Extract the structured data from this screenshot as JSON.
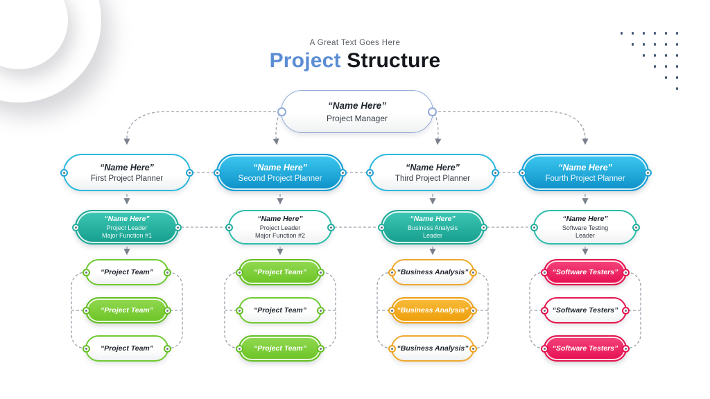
{
  "header": {
    "subtitle": "A Great Text Goes Here",
    "title_accent": "Project",
    "title_rest": " Structure"
  },
  "org": {
    "root": {
      "name": "“Name Here”",
      "role": "Project Manager"
    },
    "planners": [
      {
        "name": "“Name Here”",
        "role": "First Project Planner"
      },
      {
        "name": "“Name Here”",
        "role": "Second Project Planner"
      },
      {
        "name": "“Name Here”",
        "role": "Third Project Planner"
      },
      {
        "name": "“Name Here”",
        "role": "Fourth Project Planner"
      }
    ],
    "leaders": [
      {
        "name": "“Name Here”",
        "role_line1": "Project Leader",
        "role_line2": "Major Function #1"
      },
      {
        "name": "“Name Here”",
        "role_line1": "Project Leader",
        "role_line2": "Major Function #2"
      },
      {
        "name": "“Name Here”",
        "role_line1": "Business Analysis",
        "role_line2": "Leader"
      },
      {
        "name": "“Name Here”",
        "role_line1": "Software Testing",
        "role_line2": "Leader"
      }
    ],
    "teams": [
      {
        "items": [
          "“Project Team”",
          "“Project Team”",
          "“Project Team”"
        ]
      },
      {
        "items": [
          "“Project Team”",
          "“Project Team”",
          "“Project Team”"
        ]
      },
      {
        "items": [
          "“Business Analysis”",
          "“Business Analysis”",
          "“Business Analysis”"
        ]
      },
      {
        "items": [
          "“Software Testers”",
          "“Software Testers”",
          "“Software Testers”"
        ]
      }
    ]
  },
  "colors": {
    "title_accent": "#5b8dd3",
    "root_border": "#8fa9d8",
    "cyan": "#2bbade",
    "blue_fill_top": "#3dc8f0",
    "blue_fill_bottom": "#0d90c7",
    "teal": "#2cbcab",
    "green": "#6fca2f",
    "orange": "#efa92c",
    "red": "#e5164e",
    "connector": "#9aa0aa",
    "dot": "#3d5674"
  },
  "decor": {
    "dot_rows": [
      6,
      5,
      4,
      3,
      2,
      1
    ]
  }
}
